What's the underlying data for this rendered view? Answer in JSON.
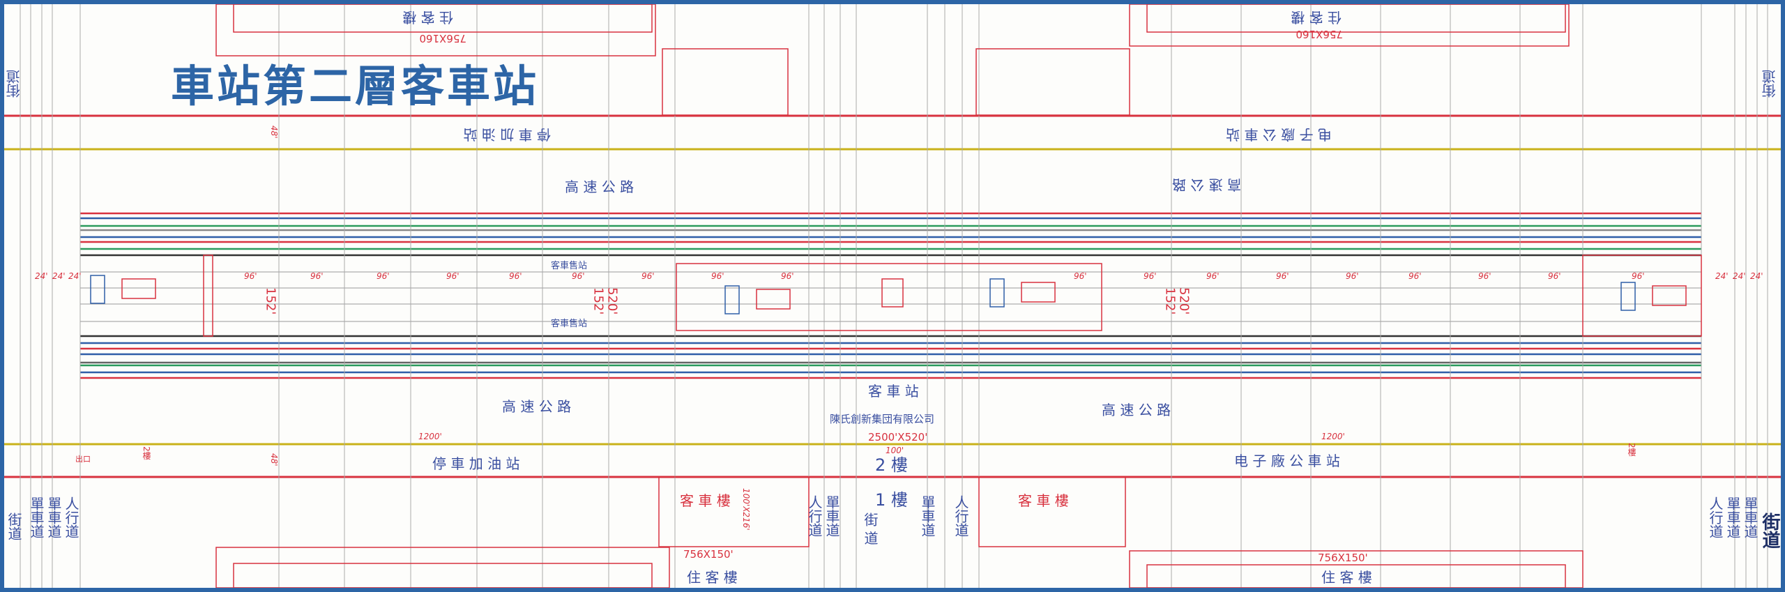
{
  "title": "車站第二層客車站",
  "center_station": {
    "name": "客 車 站",
    "company": "陳氏創新集団有限公司",
    "size": "2500'X520'",
    "floor2": "2 樓",
    "floor1": "1 樓",
    "street": "街 道",
    "width": "100'"
  },
  "buildings": {
    "top_left": {
      "label": "住 客 樓",
      "size": "756X160"
    },
    "top_right": {
      "label": "住 客 樓",
      "size": "756X160"
    },
    "bottom_left": {
      "label": "住 客 樓",
      "size": "756X150'"
    },
    "bottom_right": {
      "label": "住 客 樓",
      "size": "756X150'"
    }
  },
  "roads": {
    "highway_top": "高 速 公 路",
    "highway_bottom_left": "高 速 公 路",
    "highway_bottom_right": "高 速 公 路",
    "highway_top_right": "高 速 公 路",
    "gas_station_top": "停 車 加 油 站",
    "gas_station_bottom": "停 車 加 油 站",
    "bus_station_top": "电 子 廠 公 車 站",
    "bus_station_bottom": "电 子 廠 公 車 站",
    "ticket_left": "客車售站",
    "ticket_right": "客車售站"
  },
  "lanes": {
    "pedestrian": "人行道",
    "bike": "單車道",
    "street": "街道"
  },
  "bus_buildings": {
    "left": "客 車 樓",
    "right": "客 車 樓",
    "left_size": "100'X216'"
  },
  "dimensions": {
    "span": "1200'",
    "lane": "24'",
    "bay": "96'",
    "side": "48'",
    "height_a": "152'",
    "height_b": "520'",
    "track": "24'",
    "exit_left": "出口",
    "exit_floor": "2樓"
  },
  "colors": {
    "frame": "#2d65a6",
    "red": "#d8323f",
    "yellow": "#c9b21a",
    "blue": "#2f5ea8",
    "green": "#2a9a5c",
    "black": "#333333"
  }
}
